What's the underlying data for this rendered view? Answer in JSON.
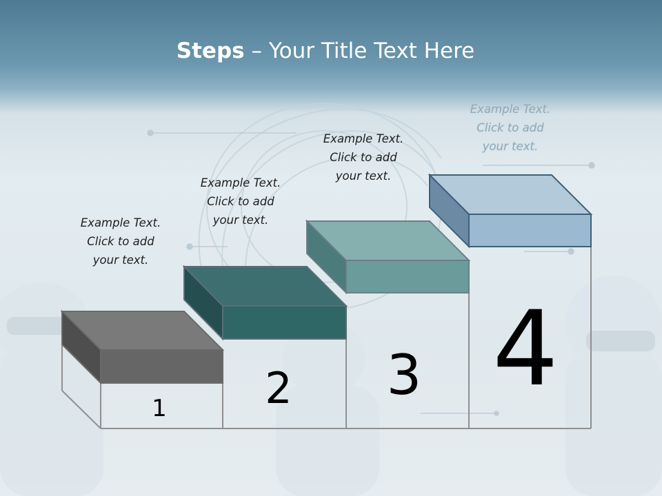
{
  "title": {
    "bold": "Steps",
    "dash": "–",
    "rest": "Your Title Text Here"
  },
  "steps": [
    {
      "number": "1",
      "lines": [
        "Example Text.",
        "Click  to add",
        "your text."
      ],
      "color": "#666666"
    },
    {
      "number": "2",
      "lines": [
        "Example Text.",
        "Click  to add",
        "your text."
      ],
      "color": "#2f6766"
    },
    {
      "number": "3",
      "lines": [
        "Example Text.",
        "Click  to add",
        "your text."
      ],
      "color": "#6a9c9c"
    },
    {
      "number": "4",
      "lines": [
        "Example Text.",
        "Click  to add",
        "your text."
      ],
      "color": "#9bb9d0"
    }
  ]
}
